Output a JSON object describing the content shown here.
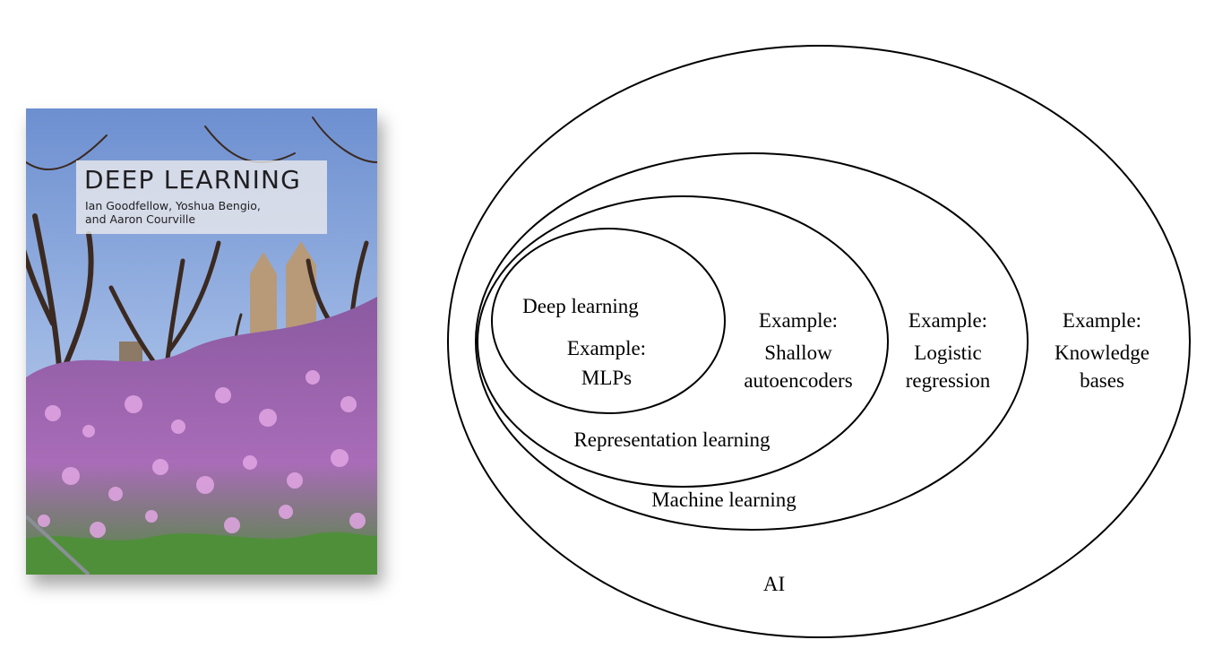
{
  "book": {
    "title": "DEEP LEARNING",
    "authors_line1": "Ian Goodfellow, Yoshua Bengio,",
    "authors_line2": "and Aaron Courville"
  },
  "diagram": {
    "ai": {
      "label": "AI",
      "example_heading": "Example:",
      "example_line1": "Knowledge",
      "example_line2": "bases"
    },
    "machine_learning": {
      "label": "Machine learning",
      "example_heading": "Example:",
      "example_line1": "Logistic",
      "example_line2": "regression"
    },
    "representation_learning": {
      "label": "Representation learning",
      "example_heading": "Example:",
      "example_line1": "Shallow",
      "example_line2": "autoencoders"
    },
    "deep_learning": {
      "label": "Deep learning",
      "example_heading": "Example:",
      "example_line1": "MLPs"
    }
  },
  "colors": {
    "sky": "#7f9fd6",
    "flowers": "#b36fc0",
    "foliage": "#5f9a46",
    "outline": "#000000"
  }
}
